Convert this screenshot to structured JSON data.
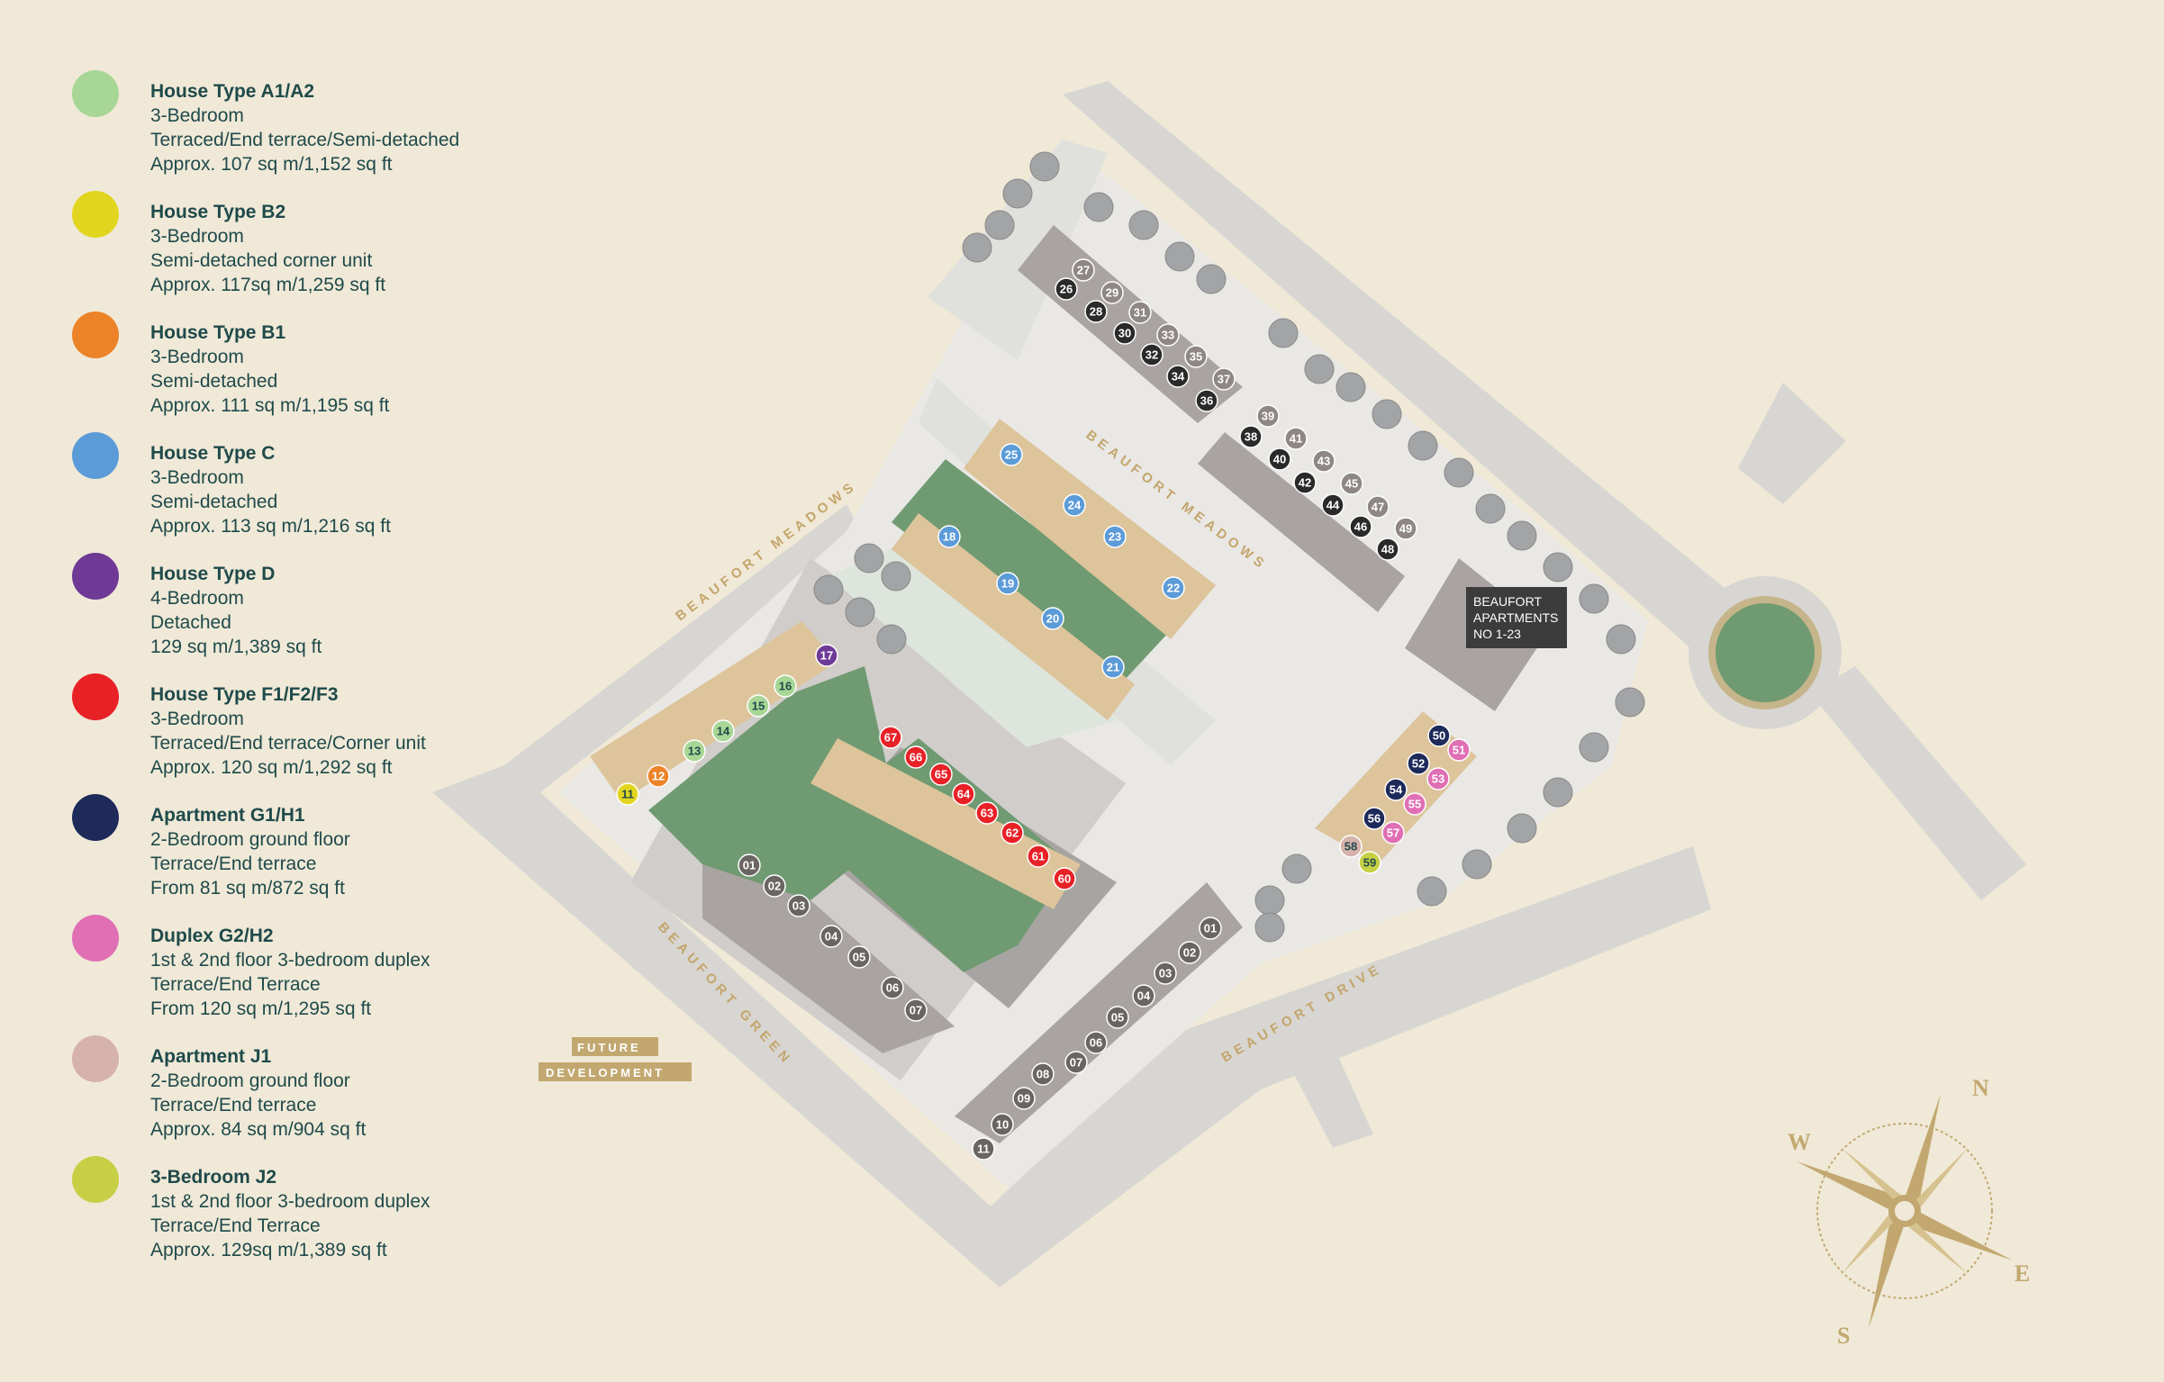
{
  "legend": [
    {
      "title": "House Type A1/A2",
      "l1": "3-Bedroom",
      "l2": "Terraced/End terrace/Semi-detached",
      "l3": "Approx. 107 sq m/1,152 sq ft",
      "color": "#a8d696"
    },
    {
      "title": "House Type B2",
      "l1": "3-Bedroom",
      "l2": "Semi-detached corner unit",
      "l3": "Approx. 117sq m/1,259 sq ft",
      "color": "#e2d520"
    },
    {
      "title": "House Type B1",
      "l1": "3-Bedroom",
      "l2": "Semi-detached",
      "l3": "Approx. 111 sq m/1,195 sq ft",
      "color": "#ec8329"
    },
    {
      "title": "House Type C",
      "l1": "3-Bedroom",
      "l2": "Semi-detached",
      "l3": "Approx. 113 sq m/1,216 sq ft",
      "color": "#5b9bd8"
    },
    {
      "title": "House Type D",
      "l1": "4-Bedroom",
      "l2": "Detached",
      "l3": "129 sq m/1,389 sq ft",
      "color": "#6e3a96"
    },
    {
      "title": "House Type F1/F2/F3",
      "l1": "3-Bedroom",
      "l2": "Terraced/End terrace/Corner unit",
      "l3": "Approx. 120 sq m/1,292 sq ft",
      "color": "#e82127"
    },
    {
      "title": "Apartment G1/H1",
      "l1": "2-Bedroom ground floor",
      "l2": "Terrace/End terrace",
      "l3": "From 81 sq m/872 sq ft",
      "color": "#1e2a5a"
    },
    {
      "title": "Duplex G2/H2",
      "l1": "1st & 2nd floor 3-bedroom duplex",
      "l2": "Terrace/End Terrace",
      "l3": "From 120 sq m/1,295 sq ft",
      "color": "#e06fb4"
    },
    {
      "title": "Apartment J1",
      "l1": "2-Bedroom ground floor",
      "l2": "Terrace/End terrace",
      "l3": "Approx. 84 sq m/904 sq ft",
      "color": "#d6b2ad"
    },
    {
      "title": "3-Bedroom J2",
      "l1": "1st & 2nd floor 3-bedroom duplex",
      "l2": "Terrace/End Terrace",
      "l3": "Approx. 129sq m/1,389 sq ft",
      "color": "#c7cf45"
    }
  ],
  "roads": {
    "meadows_west": "BEAUFORT MEADOWS",
    "meadows_east": "BEAUFORT MEADOWS",
    "green": "BEAUFORT GREEN",
    "drive": "BEAUFORT DRIVE"
  },
  "apartments_label": {
    "l1": "BEAUFORT",
    "l2": "APARTMENTS",
    "l3": "NO 1-23"
  },
  "future_dev": {
    "l1": "FUTURE",
    "l2": "DEVELOPMENT"
  },
  "compass": {
    "n": "N",
    "e": "E",
    "s": "S",
    "w": "W"
  },
  "plots": [
    {
      "n": "11",
      "t": "B2"
    },
    {
      "n": "12",
      "t": "B1"
    },
    {
      "n": "13",
      "t": "A"
    },
    {
      "n": "14",
      "t": "A"
    },
    {
      "n": "15",
      "t": "A"
    },
    {
      "n": "16",
      "t": "A"
    },
    {
      "n": "17",
      "t": "D"
    },
    {
      "n": "18",
      "t": "C"
    },
    {
      "n": "19",
      "t": "C"
    },
    {
      "n": "20",
      "t": "C"
    },
    {
      "n": "21",
      "t": "C"
    },
    {
      "n": "22",
      "t": "C"
    },
    {
      "n": "23",
      "t": "C"
    },
    {
      "n": "24",
      "t": "C"
    },
    {
      "n": "25",
      "t": "C"
    },
    {
      "n": "26",
      "t": "X"
    },
    {
      "n": "27",
      "t": "Y"
    },
    {
      "n": "28",
      "t": "X"
    },
    {
      "n": "29",
      "t": "Y"
    },
    {
      "n": "30",
      "t": "X"
    },
    {
      "n": "31",
      "t": "Y"
    },
    {
      "n": "32",
      "t": "X"
    },
    {
      "n": "33",
      "t": "Y"
    },
    {
      "n": "34",
      "t": "X"
    },
    {
      "n": "35",
      "t": "Y"
    },
    {
      "n": "36",
      "t": "X"
    },
    {
      "n": "37",
      "t": "Y"
    },
    {
      "n": "38",
      "t": "X"
    },
    {
      "n": "39",
      "t": "Y"
    },
    {
      "n": "40",
      "t": "X"
    },
    {
      "n": "41",
      "t": "Y"
    },
    {
      "n": "42",
      "t": "X"
    },
    {
      "n": "43",
      "t": "Y"
    },
    {
      "n": "44",
      "t": "X"
    },
    {
      "n": "45",
      "t": "Y"
    },
    {
      "n": "46",
      "t": "X"
    },
    {
      "n": "47",
      "t": "Y"
    },
    {
      "n": "48",
      "t": "X"
    },
    {
      "n": "49",
      "t": "Y"
    },
    {
      "n": "50",
      "t": "G"
    },
    {
      "n": "51",
      "t": "P"
    },
    {
      "n": "52",
      "t": "G"
    },
    {
      "n": "53",
      "t": "P"
    },
    {
      "n": "54",
      "t": "G"
    },
    {
      "n": "55",
      "t": "P"
    },
    {
      "n": "56",
      "t": "G"
    },
    {
      "n": "57",
      "t": "P"
    },
    {
      "n": "58",
      "t": "J1"
    },
    {
      "n": "59",
      "t": "J2"
    },
    {
      "n": "60",
      "t": "F"
    },
    {
      "n": "61",
      "t": "F"
    },
    {
      "n": "62",
      "t": "F"
    },
    {
      "n": "63",
      "t": "F"
    },
    {
      "n": "64",
      "t": "F"
    },
    {
      "n": "65",
      "t": "F"
    },
    {
      "n": "66",
      "t": "F"
    },
    {
      "n": "67",
      "t": "F"
    },
    {
      "n": "01",
      "t": "Z"
    },
    {
      "n": "02",
      "t": "Z"
    },
    {
      "n": "03",
      "t": "Z"
    },
    {
      "n": "04",
      "t": "Z"
    },
    {
      "n": "05",
      "t": "Z"
    },
    {
      "n": "06",
      "t": "Z"
    },
    {
      "n": "07",
      "t": "Z"
    },
    {
      "n": "01",
      "t": "Z"
    },
    {
      "n": "02",
      "t": "Z"
    },
    {
      "n": "03",
      "t": "Z"
    },
    {
      "n": "04",
      "t": "Z"
    },
    {
      "n": "05",
      "t": "Z"
    },
    {
      "n": "06",
      "t": "Z"
    },
    {
      "n": "07",
      "t": "Z"
    },
    {
      "n": "08",
      "t": "Z"
    },
    {
      "n": "09",
      "t": "Z"
    },
    {
      "n": "10",
      "t": "Z"
    },
    {
      "n": "11",
      "t": "Z"
    }
  ],
  "colors": {
    "background": "#f0e9d8",
    "road": "#d8d6d2",
    "pavement": "#e9e8e5",
    "lawn": "#6f9a72",
    "house": "#ddc49b",
    "apartment_block": "#a9a4a1",
    "label_text": "#c4a56c",
    "legend_text": "#1f4a4a",
    "dark_plot": "#2a2a2a",
    "grey_plot": "#8e8784"
  }
}
